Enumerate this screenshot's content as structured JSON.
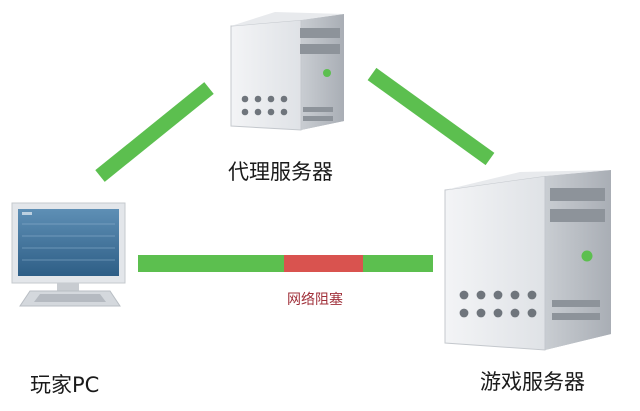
{
  "nodes": {
    "proxy_server": {
      "label": "代理服务器",
      "icon": "server-tower-icon"
    },
    "player_pc": {
      "label": "玩家PC",
      "icon": "desktop-computer-icon"
    },
    "game_server": {
      "label": "游戏服务器",
      "icon": "server-tower-icon"
    }
  },
  "links": {
    "blocked_label": "网络阻塞",
    "colors": {
      "ok": "#5cbf4f",
      "blocked": "#d9534f"
    }
  }
}
